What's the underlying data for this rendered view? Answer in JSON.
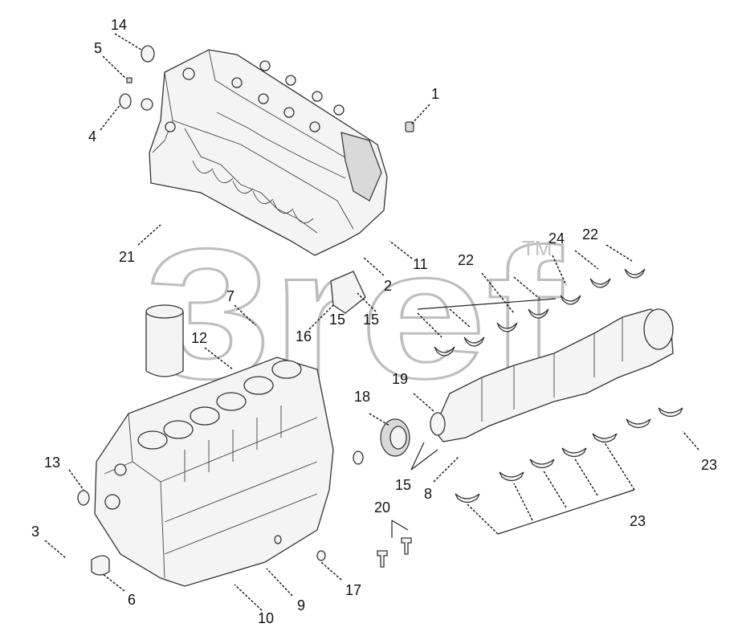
{
  "diagram": {
    "watermark": "3ref",
    "trademark": "TM",
    "callouts": [
      "1",
      "2",
      "3",
      "4",
      "5",
      "6",
      "7",
      "8",
      "9",
      "10",
      "11",
      "12",
      "13",
      "14",
      "15",
      "15",
      "15",
      "16",
      "17",
      "18",
      "19",
      "20",
      "21",
      "22",
      "22",
      "23",
      "23",
      "24"
    ]
  }
}
